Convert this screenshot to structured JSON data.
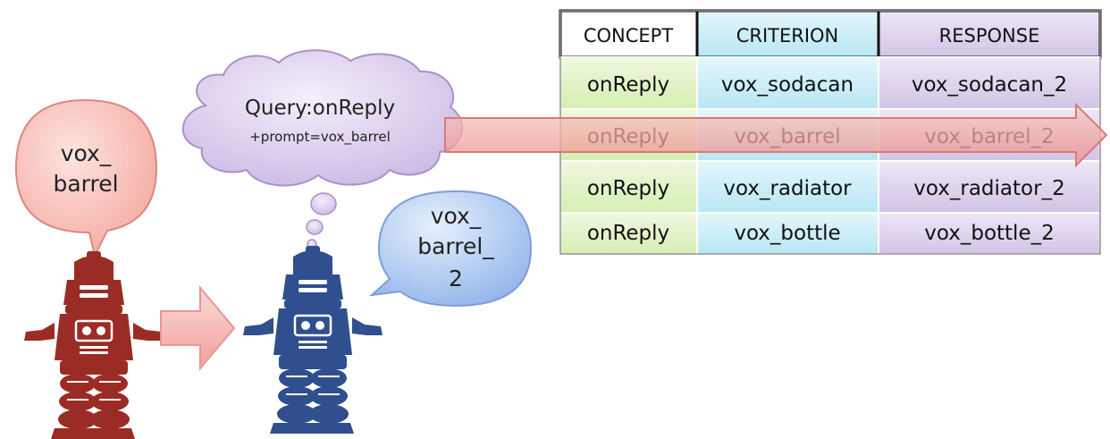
{
  "speech_left": {
    "line1": "vox_",
    "line2": "barrel"
  },
  "speech_right": {
    "line1": "vox_",
    "line2": "barrel_",
    "line3": "2"
  },
  "thought": {
    "query": "Query:onReply",
    "prompt": "+prompt=vox_barrel"
  },
  "table": {
    "headers": [
      "CONCEPT",
      "CRITERION",
      "RESPONSE"
    ],
    "rows": [
      [
        "onReply",
        "vox_sodacan",
        "vox_sodacan_2"
      ],
      [
        "onReply",
        "vox_barrel",
        "vox_barrel_2"
      ],
      [
        "onReply",
        "vox_radiator",
        "vox_radiator_2"
      ],
      [
        "onReply",
        "vox_bottle",
        "vox_bottle_2"
      ]
    ],
    "highlighted_row": 1
  },
  "colors": {
    "concept_header": "#ffffff",
    "concept": "#dff2c0",
    "criterion": "#c8eef8",
    "response": "#ded3ec",
    "robot_left": "#9b2c25",
    "robot_right": "#2f4f8e",
    "arrow": "#f2a8a4",
    "speech_left": "#f9c2bb",
    "speech_right": "#b3cdf1",
    "thought": "#ddd0ef"
  }
}
